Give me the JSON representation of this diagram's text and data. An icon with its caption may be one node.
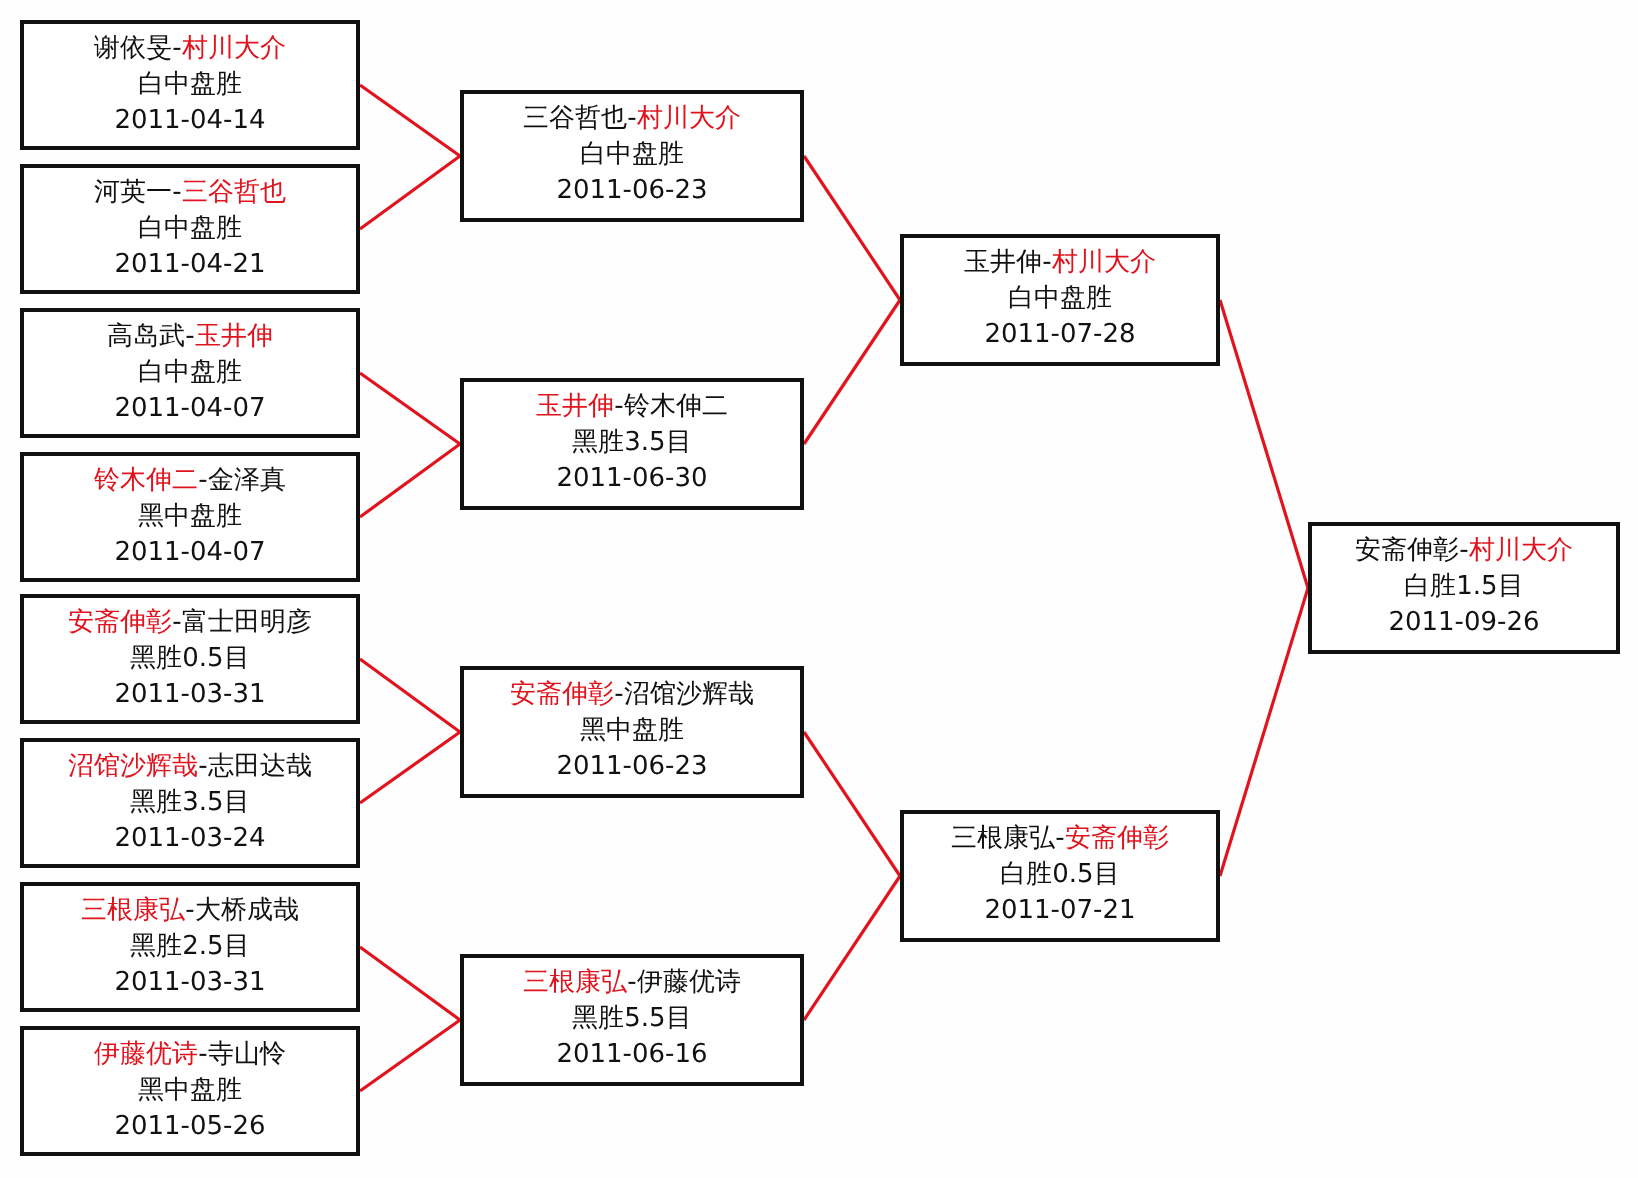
{
  "diagram": {
    "nodes": [
      {
        "text": [
          "谢依旻-*村川大介*",
          "白中盘胜",
          "2011-04-14"
        ]
      },
      {
        "text": [
          "河英一-*三谷哲也*",
          "白中盘胜",
          "2011-04-21"
        ]
      },
      {
        "text": [
          "高岛武-*玉井伸*",
          "白中盘胜",
          "2011-04-07"
        ]
      },
      {
        "text": [
          "*铃木伸二*-金泽真",
          "黑中盘胜",
          "2011-04-07"
        ]
      },
      {
        "text": [
          "*安斋伸彰*-富士田明彦",
          "黑胜0.5目",
          "2011-03-31"
        ]
      },
      {
        "text": [
          "*沼馆沙辉哉*-志田达哉",
          "黑胜3.5目",
          "2011-03-24"
        ]
      },
      {
        "text": [
          "*三根康弘*-大桥成哉",
          "黑胜2.5目",
          "2011-03-31"
        ]
      },
      {
        "text": [
          "*伊藤优诗*-寺山怜",
          "黑中盘胜",
          "2011-05-26"
        ]
      },
      {
        "text": [
          "三谷哲也-*村川大介*",
          "白中盘胜",
          "2011-06-23"
        ]
      },
      {
        "text": [
          "*玉井伸*-铃木伸二",
          "黑胜3.5目",
          "2011-06-30"
        ]
      },
      {
        "text": [
          "*安斋伸彰*-沼馆沙辉哉",
          "黑中盘胜",
          "2011-06-23"
        ]
      },
      {
        "text": [
          "*三根康弘*-伊藤优诗",
          "黑胜5.5目",
          "2011-06-16"
        ]
      },
      {
        "text": [
          "玉井伸-*村川大介*",
          "白中盘胜",
          "2011-07-28"
        ]
      },
      {
        "text": [
          "三根康弘-*安斋伸彰*",
          "白胜0.5目",
          "2011-07-21"
        ]
      },
      {
        "text": [
          "安斋伸彰-*村川大介*",
          "白胜1.5目",
          "2011-09-26"
        ]
      }
    ],
    "edges": [
      {
        "from": 0,
        "to": 8,
        "arrow": "none"
      },
      {
        "from": 1,
        "to": 8,
        "arrow": "none"
      },
      {
        "from": 2,
        "to": 9,
        "arrow": "none"
      },
      {
        "from": 3,
        "to": 9,
        "arrow": "none"
      },
      {
        "from": 4,
        "to": 10,
        "arrow": "none"
      },
      {
        "from": 5,
        "to": 10,
        "arrow": "none"
      },
      {
        "from": 6,
        "to": 11,
        "arrow": "none"
      },
      {
        "from": 7,
        "to": 11,
        "arrow": "none"
      },
      {
        "from": 8,
        "to": 12,
        "arrow": "none"
      },
      {
        "from": 9,
        "to": 12,
        "arrow": "none"
      },
      {
        "from": 10,
        "to": 13,
        "arrow": "none"
      },
      {
        "from": 11,
        "to": 13,
        "arrow": "none"
      },
      {
        "from": 12,
        "to": 14,
        "arrow": "none"
      },
      {
        "from": 13,
        "to": 14,
        "arrow": "none"
      }
    ]
  }
}
